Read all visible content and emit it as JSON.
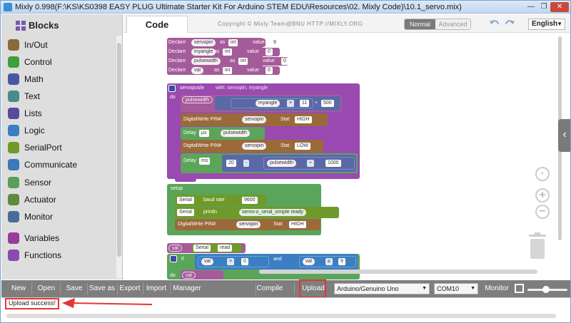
{
  "window": {
    "title": "Mixly 0.998(F:\\KS\\KS0398 EASY PLUG Ultimate Starter Kit For Arduino STEM EDU\\Resources\\02. Mixly Code)\\10.1_servo.mix)",
    "min_label": "—",
    "max_label": "❐",
    "close_label": "✕"
  },
  "sidebar": {
    "header": "Blocks",
    "categories": [
      {
        "label": "In/Out",
        "icon": "in-out-icon",
        "color": "#8a6a3a"
      },
      {
        "label": "Control",
        "icon": "control-icon",
        "color": "#3e9e3e"
      },
      {
        "label": "Math",
        "icon": "math-icon",
        "color": "#4a56a0"
      },
      {
        "label": "Text",
        "icon": "text-icon",
        "color": "#4a8b8b"
      },
      {
        "label": "Lists",
        "icon": "lists-icon",
        "color": "#5a4a9a"
      },
      {
        "label": "Logic",
        "icon": "logic-icon",
        "color": "#3b7ec2"
      },
      {
        "label": "SerialPort",
        "icon": "serialport-icon",
        "color": "#6f9a2a"
      },
      {
        "label": "Communicate",
        "icon": "communicate-icon",
        "color": "#3a7ab8"
      },
      {
        "label": "Sensor",
        "icon": "sensor-icon",
        "color": "#5a9e5a"
      },
      {
        "label": "Actuator",
        "icon": "actuator-icon",
        "color": "#5e8a3a"
      },
      {
        "label": "Monitor",
        "icon": "monitor-icon",
        "color": "#4a6a9a"
      },
      {
        "label": "Variables",
        "icon": "variables-icon",
        "color": "#9a3a9a"
      },
      {
        "label": "Functions",
        "icon": "functions-icon",
        "color": "#8a4ab0"
      }
    ]
  },
  "tabs": {
    "code": "Code",
    "copyright": "Copyright © Mixly Team@BNU HTTP://MIXLY.ORG",
    "mode_normal": "Normal",
    "mode_advanced": "Advanced",
    "language": "English"
  },
  "workspace": {
    "declares": [
      {
        "keyword": "Declare",
        "name": "servopin",
        "as": "as",
        "type": "int",
        "value_label": "value",
        "value": "9"
      },
      {
        "keyword": "Declare",
        "name": "myangle",
        "as": "as",
        "type": "int",
        "value_label": "value",
        "value": "0"
      },
      {
        "keyword": "Declare",
        "name": "pulsewidth",
        "as": "as",
        "type": "int",
        "value_label": "value",
        "value": "0"
      },
      {
        "keyword": "Declare",
        "name": "val",
        "as": "as",
        "type": "int",
        "value_label": "value",
        "value": "0"
      }
    ],
    "procedure": {
      "name": "servopusle",
      "params": "with: servopin, myangle",
      "do": "do",
      "set_var": "pulsewidth",
      "mul_var": "myangle",
      "mul_op": "×",
      "mul_val": "11",
      "add_op": "+",
      "add_val": "500",
      "dw1_label": "DigitalWrite PIN#",
      "dw1_pin": "servopin",
      "dw1_stat": "Stat",
      "dw1_val": "HIGH",
      "delay1_label": "Delay",
      "delay1_unit": "µs",
      "delay1_var": "pulsewidth",
      "dw2_label": "DigitalWrite PIN#",
      "dw2_pin": "servopin",
      "dw2_stat": "Stat",
      "dw2_val": "LOW",
      "delay2_label": "Delay",
      "delay2_unit": "ms",
      "delay2_a": "20",
      "delay2_op": "-",
      "delay2_var": "pulsewidth",
      "delay2_div": "÷",
      "delay2_b": "1000"
    },
    "setup": {
      "label": "setup",
      "serial": "Serial",
      "baud_label": "baud rate",
      "baud": "9600",
      "println": "println",
      "message": "servo-o_seral_simple ready",
      "dw_label": "DigitalWrite PIN#",
      "dw_pin": "servopin",
      "dw_stat": "Stat",
      "dw_val": "HIGH"
    },
    "loop": {
      "var": "val",
      "serial": "Serial",
      "read": "read",
      "if": "if",
      "cond1_var": "val",
      "cond1_op": ">",
      "cond1_val": "0",
      "and": "and",
      "cond2_var": "val",
      "cond2_op": "≤",
      "cond2_val": "9",
      "do": "do",
      "do_var": "val"
    }
  },
  "toolbar": {
    "new": "New",
    "open": "Open",
    "save": "Save",
    "save_as": "Save as",
    "export": "Export",
    "import": "Import",
    "manager": "Manager",
    "compile": "Compile",
    "upload": "Upload",
    "board": "Arduino/Genuino Uno",
    "port": "COM10",
    "monitor": "Monitor"
  },
  "status": {
    "message": "Upload success!"
  },
  "colors": {
    "variables": "#a55b9a",
    "procedure": "#9a4ab0",
    "math": "#5a68a8",
    "io": "#9a6a3a",
    "control": "#5ba55b",
    "serial": "#6f9a2a",
    "highlight": "#e53535"
  }
}
